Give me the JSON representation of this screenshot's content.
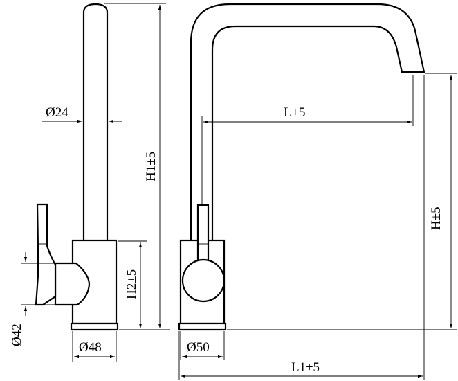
{
  "labels": {
    "d24": "Ø24",
    "h1": "H1±5",
    "l": "L±5",
    "h": "H±5",
    "h2": "H2±5",
    "d42": "Ø42",
    "d48": "Ø48",
    "d50": "Ø50",
    "l1": "L1±5"
  }
}
